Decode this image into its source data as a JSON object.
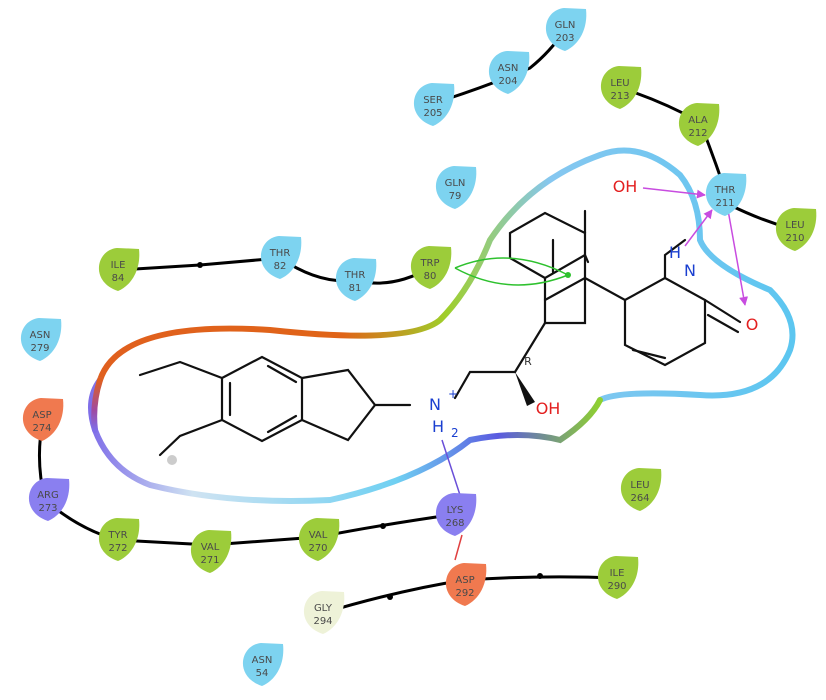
{
  "colors": {
    "hydrophobic": "#9ccc3a",
    "polar": "#7dd3f0",
    "negative": "#f0794f",
    "positive": "#8a7ff0",
    "glycine": "#eef2d8",
    "hbond_arrow": "#c84ce0",
    "pi_cation": "#2ec12e",
    "salt_bridge": "#e04040",
    "salt_bridge_to_lys": "#6a4fd8"
  },
  "residues": [
    {
      "id": "gln203",
      "name": "GLN",
      "num": "203",
      "type": "polar"
    },
    {
      "id": "asn204",
      "name": "ASN",
      "num": "204",
      "type": "polar"
    },
    {
      "id": "ser205",
      "name": "SER",
      "num": "205",
      "type": "polar"
    },
    {
      "id": "leu213",
      "name": "LEU",
      "num": "213",
      "type": "hydrophobic"
    },
    {
      "id": "ala212",
      "name": "ALA",
      "num": "212",
      "type": "hydrophobic"
    },
    {
      "id": "thr211",
      "name": "THR",
      "num": "211",
      "type": "polar"
    },
    {
      "id": "leu210",
      "name": "LEU",
      "num": "210",
      "type": "hydrophobic"
    },
    {
      "id": "gln79",
      "name": "GLN",
      "num": "79",
      "type": "polar"
    },
    {
      "id": "trp80",
      "name": "TRP",
      "num": "80",
      "type": "hydrophobic"
    },
    {
      "id": "thr81",
      "name": "THR",
      "num": "81",
      "type": "polar"
    },
    {
      "id": "thr82",
      "name": "THR",
      "num": "82",
      "type": "polar"
    },
    {
      "id": "ile84",
      "name": "ILE",
      "num": "84",
      "type": "hydrophobic"
    },
    {
      "id": "asn279",
      "name": "ASN",
      "num": "279",
      "type": "polar"
    },
    {
      "id": "asp274",
      "name": "ASP",
      "num": "274",
      "type": "negative"
    },
    {
      "id": "arg273",
      "name": "ARG",
      "num": "273",
      "type": "positive"
    },
    {
      "id": "tyr272",
      "name": "TYR",
      "num": "272",
      "type": "hydrophobic"
    },
    {
      "id": "val271",
      "name": "VAL",
      "num": "271",
      "type": "hydrophobic"
    },
    {
      "id": "val270",
      "name": "VAL",
      "num": "270",
      "type": "hydrophobic"
    },
    {
      "id": "lys268",
      "name": "LYS",
      "num": "268",
      "type": "positive"
    },
    {
      "id": "leu264",
      "name": "LEU",
      "num": "264",
      "type": "hydrophobic"
    },
    {
      "id": "asp292",
      "name": "ASP",
      "num": "292",
      "type": "negative"
    },
    {
      "id": "ile290",
      "name": "ILE",
      "num": "290",
      "type": "hydrophobic"
    },
    {
      "id": "gly294",
      "name": "GLY",
      "num": "294",
      "type": "glycine"
    },
    {
      "id": "asn54",
      "name": "ASN",
      "num": "54",
      "type": "polar"
    }
  ],
  "ligand_labels": {
    "oh_top": "OH",
    "nh": "N",
    "nh_h": "H",
    "carbonyl_o": "O",
    "stereo_r": "R",
    "oh_bottom": "OH",
    "amine_n": "N",
    "amine_charge": "+",
    "amine_h": "H",
    "amine_h_count": "2"
  }
}
